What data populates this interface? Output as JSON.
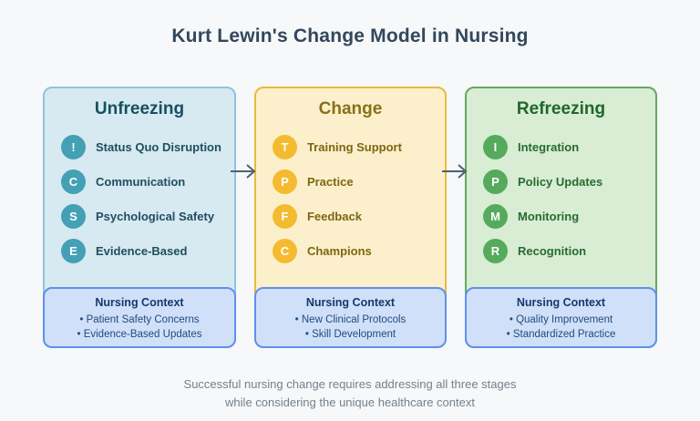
{
  "page": {
    "title": "Kurt Lewin's Change Model in Nursing",
    "background": "#f6f8f9",
    "title_color": "#33475c"
  },
  "footer": {
    "line1": "Successful nursing change requires addressing all three stages",
    "line2": "while considering the unique healthcare context",
    "color": "#75808b"
  },
  "arrow": {
    "direction": "right",
    "color": "#4d6172"
  },
  "context_style": {
    "bg": "#cfe0f8",
    "border": "#6090ee",
    "title_color": "#16386e",
    "text_color": "#234a82"
  },
  "columns": [
    {
      "header": "Unfreezing",
      "colors": {
        "bg": "#d7e9f1",
        "border": "#8ec5db",
        "header": "#165060",
        "label": "#1d4f5e",
        "badge": "#43a0b5"
      },
      "items": [
        {
          "badge": "!",
          "label": "Status Quo Disruption"
        },
        {
          "badge": "C",
          "label": "Communication"
        },
        {
          "badge": "S",
          "label": "Psychological Safety"
        },
        {
          "badge": "E",
          "label": "Evidence-Based"
        }
      ],
      "context": {
        "title": "Nursing Context",
        "bullets": [
          "Patient Safety Concerns",
          "Evidence-Based Updates"
        ]
      }
    },
    {
      "header": "Change",
      "colors": {
        "bg": "#fbf0cb",
        "border": "#eaba3e",
        "header": "#8a7019",
        "label": "#7e6612",
        "badge": "#f4bb30"
      },
      "items": [
        {
          "badge": "T",
          "label": "Training Support"
        },
        {
          "badge": "P",
          "label": "Practice"
        },
        {
          "badge": "F",
          "label": "Feedback"
        },
        {
          "badge": "C",
          "label": "Champions"
        }
      ],
      "context": {
        "title": "Nursing Context",
        "bullets": [
          "New Clinical Protocols",
          "Skill Development"
        ]
      }
    },
    {
      "header": "Refreezing",
      "colors": {
        "bg": "#d9ecd4",
        "border": "#64a95f",
        "header": "#20662c",
        "label": "#266c30",
        "badge": "#55aa5c"
      },
      "items": [
        {
          "badge": "I",
          "label": "Integration"
        },
        {
          "badge": "P",
          "label": "Policy Updates"
        },
        {
          "badge": "M",
          "label": "Monitoring"
        },
        {
          "badge": "R",
          "label": "Recognition"
        }
      ],
      "context": {
        "title": "Nursing Context",
        "bullets": [
          "Quality Improvement",
          "Standardized Practice"
        ]
      }
    }
  ]
}
